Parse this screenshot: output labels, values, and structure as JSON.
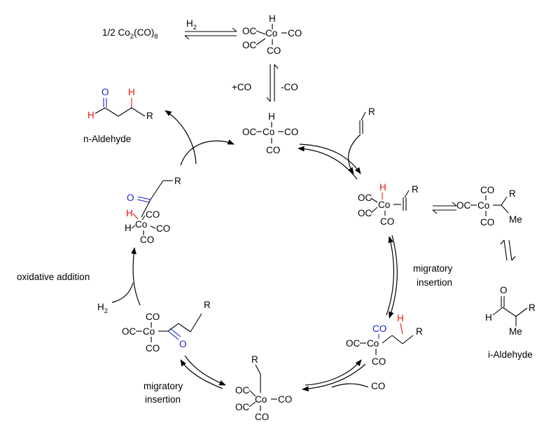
{
  "labels": {
    "cobalt_precursor": "1/2 Co",
    "sub_2": "2",
    "co_paren": "(CO)",
    "sub_8": "8",
    "h2_h": "H",
    "plus_co": "+CO",
    "minus_co": "-CO",
    "n_aldehyde": "n-Aldehyde",
    "i_aldehyde": "i-Aldehyde",
    "oxidative_addition": "oxidative addition",
    "migratory": "migratory",
    "insertion": "insertion",
    "co_in": "CO",
    "co": "CO",
    "oc": "OC",
    "co_atom": "Co",
    "h": "H",
    "o": "O",
    "r": "R",
    "me": "Me"
  },
  "colors": {
    "hydrogen_highlight": "#e8140c",
    "oxygen_highlight": "#1a24c8",
    "ink": "#000000"
  }
}
